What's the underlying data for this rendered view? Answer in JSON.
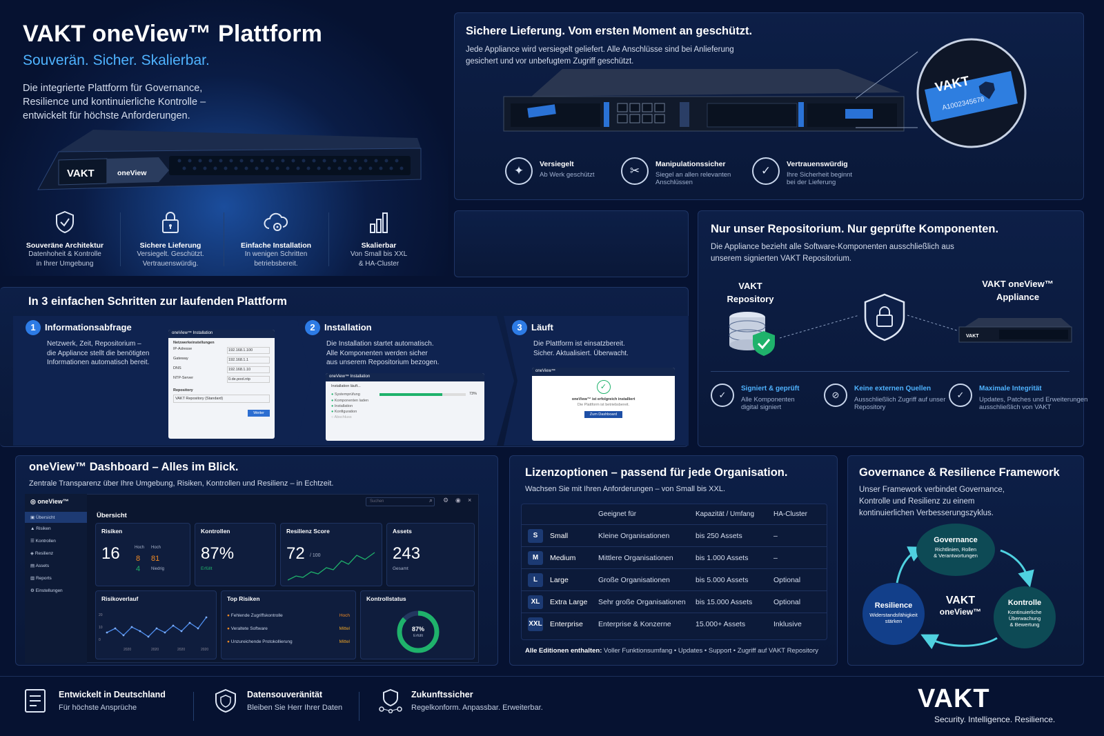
{
  "hero": {
    "title": "VAKT oneView™ Plattform",
    "subtitle": "Souverän. Sicher. Skalierbar.",
    "desc": [
      "Die integrierte Plattform für Governance,",
      "Resilience und kontinuierliche Kontrolle –",
      "entwickelt für höchste Anforderungen."
    ],
    "bezel_brand": "VAKT",
    "bezel_product": "oneView"
  },
  "features": [
    {
      "icon": "shield-check-icon",
      "title": "Souveräne Architektur",
      "lines": [
        "Datenhoheit & Kontrolle",
        "in Ihrer Umgebung"
      ]
    },
    {
      "icon": "lock-icon",
      "title": "Sichere Lieferung",
      "lines": [
        "Versiegelt. Geschützt.",
        "Vertrauenswürdig."
      ]
    },
    {
      "icon": "cloud-gear-icon",
      "title": "Einfache Installation",
      "lines": [
        "In wenigen Schritten",
        "betriebsbereit."
      ]
    },
    {
      "icon": "bar-chart-icon",
      "title": "Skalierbar",
      "lines": [
        "Von Small bis XXL",
        "& HA-Cluster"
      ]
    }
  ],
  "delivery": {
    "title": "Sichere Lieferung. Vom ersten Moment an geschützt.",
    "desc": [
      "Jede Appliance wird versiegelt geliefert. Alle Anschlüsse sind bei Anlieferung",
      "gesichert und vor unbefugtem Zugriff geschützt."
    ],
    "seal_brand": "VAKT",
    "seal_id": "A1002345678",
    "points": [
      {
        "title": "Versiegelt",
        "lines": [
          "Ab Werk geschützt"
        ]
      },
      {
        "title": "Manipulationssicher",
        "lines": [
          "Siegel an allen relevanten",
          "Anschlüssen"
        ]
      },
      {
        "title": "Vertrauenswürdig",
        "lines": [
          "Ihre Sicherheit beginnt",
          "bei der Lieferung"
        ]
      }
    ]
  },
  "steps": {
    "title": "In 3 einfachen Schritten zur laufenden Plattform",
    "items": [
      {
        "num": "1",
        "title": "Informationsabfrage",
        "lines": [
          "Netzwerk, Zeit, Repositorium –",
          "die Appliance stellt die benötigten",
          "Informationen automatisch bereit."
        ]
      },
      {
        "num": "2",
        "title": "Installation",
        "lines": [
          "Die Installation startet automatisch.",
          "Alle Komponenten werden sicher",
          "aus unserem Repositorium bezogen."
        ]
      },
      {
        "num": "3",
        "title": "Läuft",
        "lines": [
          "Die Plattform ist einsatzbereit.",
          "Sicher. Aktualisiert. Überwacht."
        ]
      }
    ],
    "win1": {
      "title": "oneView™ Installation",
      "section": "Netzwerkeinstellungen",
      "fields": [
        "IP-Adresse",
        "Gateway",
        "DNS",
        "NTP-Server"
      ],
      "values": [
        "192.168.1.100",
        "192.168.1.1",
        "192.168.1.10",
        "0.de.pool.ntp"
      ],
      "repo_label": "Repository",
      "repo_value": "VAKT Repository (Standard)",
      "button": "Weiter"
    },
    "win2": {
      "title": "oneView™ Installation",
      "status": "Installation läuft...",
      "percent": "73%",
      "progress": 0.73,
      "tasks": [
        "Systemprüfung",
        "Komponenten laden",
        "Installation",
        "Konfiguration",
        "Abschluss"
      ]
    },
    "win3": {
      "title": "oneView™",
      "msg": "oneView™ ist erfolgreich installiert",
      "sub": "Die Plattform ist betriebsbereit.",
      "button": "Zum Dashboard"
    }
  },
  "repo": {
    "title": "Nur unser Repositorium. Nur geprüfte Komponenten.",
    "desc": [
      "Die Appliance bezieht alle Software-Komponenten ausschließlich aus",
      "unserem signierten VAKT Repositorium."
    ],
    "left_label": [
      "VAKT",
      "Repository"
    ],
    "right_label": [
      "VAKT oneView™",
      "Appliance"
    ],
    "appliance_brand": "VAKT",
    "points": [
      {
        "title": "Signiert & geprüft",
        "lines": [
          "Alle Komponenten",
          "digital signiert"
        ]
      },
      {
        "title": "Keine externen Quellen",
        "lines": [
          "Ausschließlich Zugriff auf unser",
          "Repository"
        ]
      },
      {
        "title": "Maximale Integrität",
        "lines": [
          "Updates, Patches und Erweiterungen",
          "ausschließlich von VAKT"
        ]
      }
    ]
  },
  "dashboard": {
    "title": "oneView™ Dashboard – Alles im Blick.",
    "desc": "Zentrale Transparenz über Ihre Umgebung, Risiken, Kontrollen und Resilienz – in Echtzeit.",
    "app": "oneView™",
    "search": "Suchen",
    "nav": [
      "Übersicht",
      "Risiken",
      "Kontrollen",
      "Resilienz",
      "Assets",
      "Reports",
      "Einstellungen"
    ],
    "heading": "Übersicht",
    "cards": {
      "risks_label": "Risiken",
      "risks_total": "16",
      "risks_high_label": "Hoch",
      "risks_high": "8",
      "risks_mid_label": "Hoch",
      "risks_mid": "81",
      "risks_low": "4",
      "risks_low_label": "Niedrig",
      "controls_label": "Kontrollen",
      "controls_value": "87%",
      "controls_sub": "Erfüllt",
      "res_label": "Resilienz Score",
      "res_value": "72",
      "res_max": "/ 100",
      "assets_label": "Assets",
      "assets_value": "243",
      "assets_sub": "Gesamt"
    },
    "trend_label": "Risikoverlauf",
    "trend_y": [
      "20",
      "10",
      "0"
    ],
    "trend_x": [
      "2020",
      "2020",
      "2020",
      "2020"
    ],
    "top_label": "Top Risiken",
    "top": [
      {
        "name": "Fehlende Zugriffskontrolle",
        "level": "Hoch"
      },
      {
        "name": "Veraltete Software",
        "level": "Mittel"
      },
      {
        "name": "Unzureichende Protokollierung",
        "level": "Mittel"
      }
    ],
    "status_label": "Kontrollstatus",
    "status_value": "87%",
    "status_sub": "Erfüllt",
    "status_frac": 0.87
  },
  "licenses": {
    "title": "Lizenzoptionen – passend für jede Organisation.",
    "desc": "Wachsen Sie mit Ihren Anforderungen – von Small bis XXL.",
    "headers": [
      "Geeignet für",
      "Kapazität / Umfang",
      "HA-Cluster"
    ],
    "rows": [
      {
        "badge": "S",
        "name": "Small",
        "fit": "Kleine Organisationen",
        "cap": "bis 250 Assets",
        "ha": "–"
      },
      {
        "badge": "M",
        "name": "Medium",
        "fit": "Mittlere Organisationen",
        "cap": "bis 1.000 Assets",
        "ha": "–"
      },
      {
        "badge": "L",
        "name": "Large",
        "fit": "Große Organisationen",
        "cap": "bis 5.000 Assets",
        "ha": "Optional"
      },
      {
        "badge": "XL",
        "name": "Extra Large",
        "fit": "Sehr große Organisationen",
        "cap": "bis 15.000 Assets",
        "ha": "Optional"
      },
      {
        "badge": "XXL",
        "name": "Enterprise",
        "fit": "Enterprise & Konzerne",
        "cap": "15.000+ Assets",
        "ha": "Inklusive"
      }
    ],
    "foot_bold": "Alle Editionen enthalten:",
    "foot": "Voller Funktionsumfang • Updates • Support • Zugriff auf VAKT Repository"
  },
  "framework": {
    "title": "Governance & Resilience Framework",
    "desc": [
      "Unser Framework verbindet Governance,",
      "Kontrolle und Resilienz zu einem",
      "kontinuierlichen Verbesserungszyklus."
    ],
    "center": [
      "VAKT",
      "oneView™"
    ],
    "gov": {
      "title": "Governance",
      "lines": [
        "Richtlinien, Rollen",
        "& Verantwortungen"
      ]
    },
    "res": {
      "title": "Resilience",
      "lines": [
        "Widerstandsfähigkeit",
        "stärken"
      ]
    },
    "ctl": {
      "title": "Kontrolle",
      "lines": [
        "Kontinuierliche",
        "Überwachung",
        "& Bewertung"
      ]
    }
  },
  "footer": {
    "items": [
      {
        "title": "Entwickelt in Deutschland",
        "sub": "Für höchste Ansprüche"
      },
      {
        "title": "Datensouveränität",
        "sub": "Bleiben Sie Herr Ihrer Daten"
      },
      {
        "title": "Zukunftssicher",
        "sub": "Regelkonform. Anpassbar. Erweiterbar."
      }
    ],
    "brand": "VAKT",
    "tagline": "Security. Intelligence. Resilience."
  },
  "colors": {
    "accent": "#4fb3ff",
    "badge_green": "#1fb26b",
    "risk_orange": "#f08a24"
  }
}
